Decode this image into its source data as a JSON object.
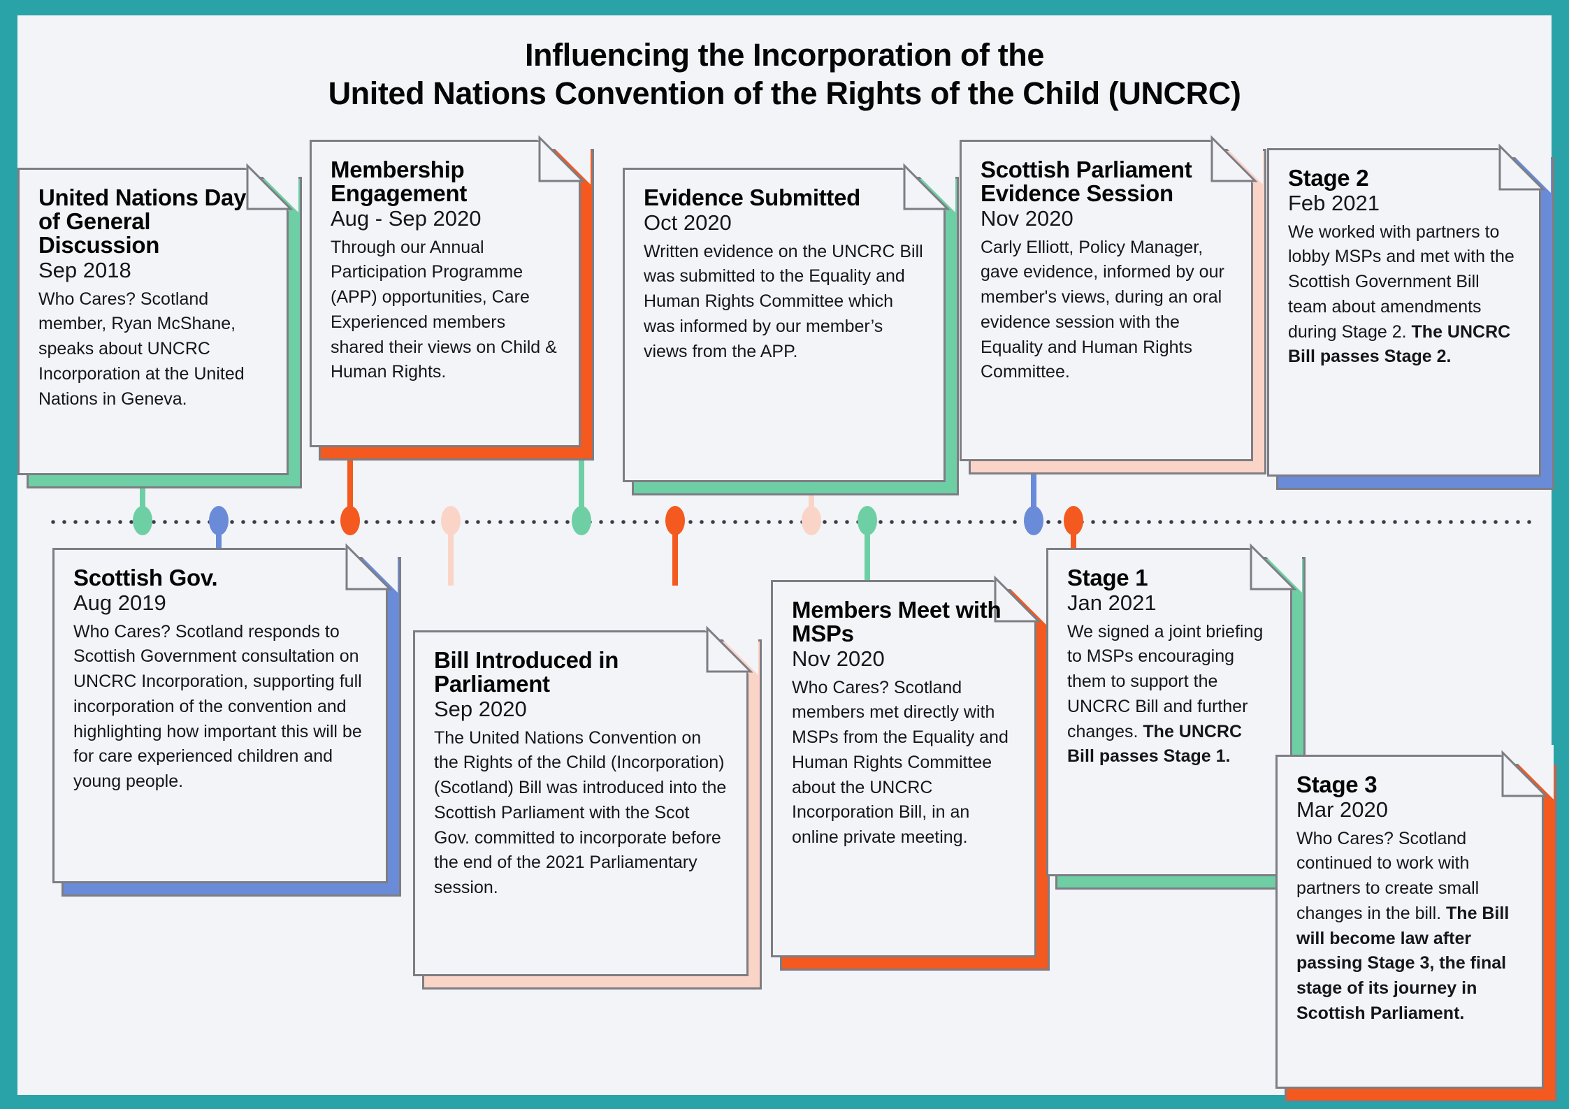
{
  "page": {
    "background_color": "#2aa3a8",
    "panel_color": "#f2f4f8"
  },
  "title": {
    "line1": "Influencing the Incorporation of the",
    "line2": "United Nations Convention of the Rights of the Child (UNCRC)"
  },
  "palette": {
    "green": "#6ecfa5",
    "blue": "#6a8bd8",
    "orange": "#f4591f",
    "peach": "#fbd4c8",
    "outline": "#7d7d83",
    "dotted": "#3b3b44"
  },
  "timeline": {
    "dot_style": "dotted-line",
    "nodes": [
      {
        "color": "green",
        "side": "up",
        "x_pct": 6.2
      },
      {
        "color": "blue",
        "side": "down",
        "x_pct": 11.3
      },
      {
        "color": "orange",
        "side": "up",
        "x_pct": 20.2
      },
      {
        "color": "peach",
        "side": "down",
        "x_pct": 27.0
      },
      {
        "color": "green",
        "side": "up",
        "x_pct": 35.8
      },
      {
        "color": "orange",
        "side": "down",
        "x_pct": 42.1
      },
      {
        "color": "peach",
        "side": "up",
        "x_pct": 51.3
      },
      {
        "color": "green",
        "side": "down",
        "x_pct": 55.1
      },
      {
        "color": "blue",
        "side": "up",
        "x_pct": 66.3
      },
      {
        "color": "orange",
        "side": "down",
        "x_pct": 69.0
      }
    ]
  },
  "cards": [
    {
      "id": "united-nations-day",
      "title": "United Nations Day of General Discussion",
      "date": "Sep 2018",
      "body": "Who Cares? Scotland member, Ryan McShane, speaks about UNCRC Incorporation at the United Nations in Geneva.",
      "bold_body": "",
      "accent": "green",
      "row": "top"
    },
    {
      "id": "membership-engagement",
      "title": "Membership Engagement",
      "date": "Aug - Sep 2020",
      "body": "Through our Annual Participation Programme (APP) opportunities, Care Experienced members shared their views on Child & Human Rights.",
      "bold_body": "",
      "accent": "orange",
      "row": "top"
    },
    {
      "id": "evidence-submitted",
      "title": "Evidence Submitted",
      "date": "Oct 2020",
      "body": "Written evidence on the UNCRC Bill was submitted to the Equality and Human Rights Committee which was informed by our member’s views from the APP.",
      "bold_body": "",
      "accent": "green",
      "row": "top"
    },
    {
      "id": "scottish-parliament-evidence-session",
      "title": "Scottish Parliament Evidence Session",
      "date": "Nov 2020",
      "body": "Carly Elliott, Policy Manager, gave evidence, informed by our member's views, during an oral evidence session with the Equality and Human Rights Committee.",
      "bold_body": "",
      "accent": "peach",
      "row": "top"
    },
    {
      "id": "stage-2",
      "title": "Stage 2",
      "date": "Feb 2021",
      "body": "We worked with partners to lobby MSPs and met with the Scottish Government Bill team about amendments during Stage 2.",
      "bold_body": "The UNCRC Bill passes Stage 2.",
      "accent": "blue",
      "row": "top"
    },
    {
      "id": "scottish-gov",
      "title": "Scottish Gov.",
      "date": "Aug 2019",
      "body": "Who Cares? Scotland responds to Scottish Government consultation on UNCRC Incorporation, supporting full incorporation of the convention and highlighting how important this will be for care experienced children and young people.",
      "bold_body": "",
      "accent": "blue",
      "row": "bottom"
    },
    {
      "id": "bill-introduced-in-parliament",
      "title": "Bill Introduced in Parliament",
      "date": "Sep 2020",
      "body": "The United Nations Convention on the Rights of the Child (Incorporation) (Scotland) Bill was introduced into the Scottish Parliament with the Scot Gov. committed to incorporate before the end of the 2021 Parliamentary session.",
      "bold_body": "",
      "accent": "peach",
      "row": "bottom"
    },
    {
      "id": "members-meet-with-msps",
      "title": "Members Meet with MSPs",
      "date": "Nov 2020",
      "body": "Who Cares? Scotland members met directly with MSPs from the Equality and Human Rights Committee about the UNCRC Incorporation Bill, in an online private meeting.",
      "bold_body": "",
      "accent": "orange",
      "row": "bottom"
    },
    {
      "id": "stage-1",
      "title": "Stage 1",
      "date": "Jan 2021",
      "body": "We signed a joint briefing to MSPs encouraging them to support the UNCRC Bill and further changes.",
      "bold_body": "The UNCRC Bill passes Stage 1.",
      "accent": "green",
      "row": "bottom"
    },
    {
      "id": "stage-3",
      "title": "Stage 3",
      "date": "Mar 2020",
      "body": "Who Cares? Scotland continued to work with partners to create small changes in the bill.",
      "bold_body": "The Bill will become law after passing Stage 3, the final stage of its journey in Scottish Parliament.",
      "accent": "orange",
      "row": "bottom"
    }
  ]
}
